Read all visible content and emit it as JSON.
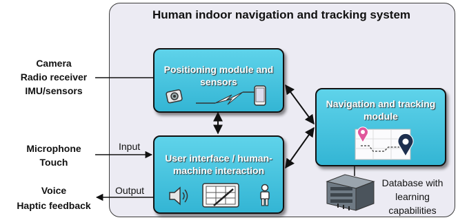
{
  "system": {
    "title": "Human indoor navigation and tracking system"
  },
  "modules": {
    "positioning": {
      "label": "Positioning module and sensors"
    },
    "user_interface": {
      "label": "User interface / human-machine interaction"
    },
    "navigation": {
      "label": "Navigation and tracking module"
    }
  },
  "external": {
    "sensors": [
      "Camera",
      "Radio receiver",
      "IMU/sensors"
    ],
    "input_devices": [
      "Microphone",
      "Touch"
    ],
    "output_devices": [
      "Voice",
      "Haptic feedback"
    ],
    "input_label": "Input",
    "output_label": "Output"
  },
  "database": {
    "label": "Database with learning capabilities"
  },
  "icons": [
    "camera-icon",
    "wireless-signal-icon",
    "smartphone-icon",
    "speaker-icon",
    "touch-screen-icon",
    "person-icon",
    "map-route-icon",
    "location-pin-icon",
    "server-icon"
  ]
}
